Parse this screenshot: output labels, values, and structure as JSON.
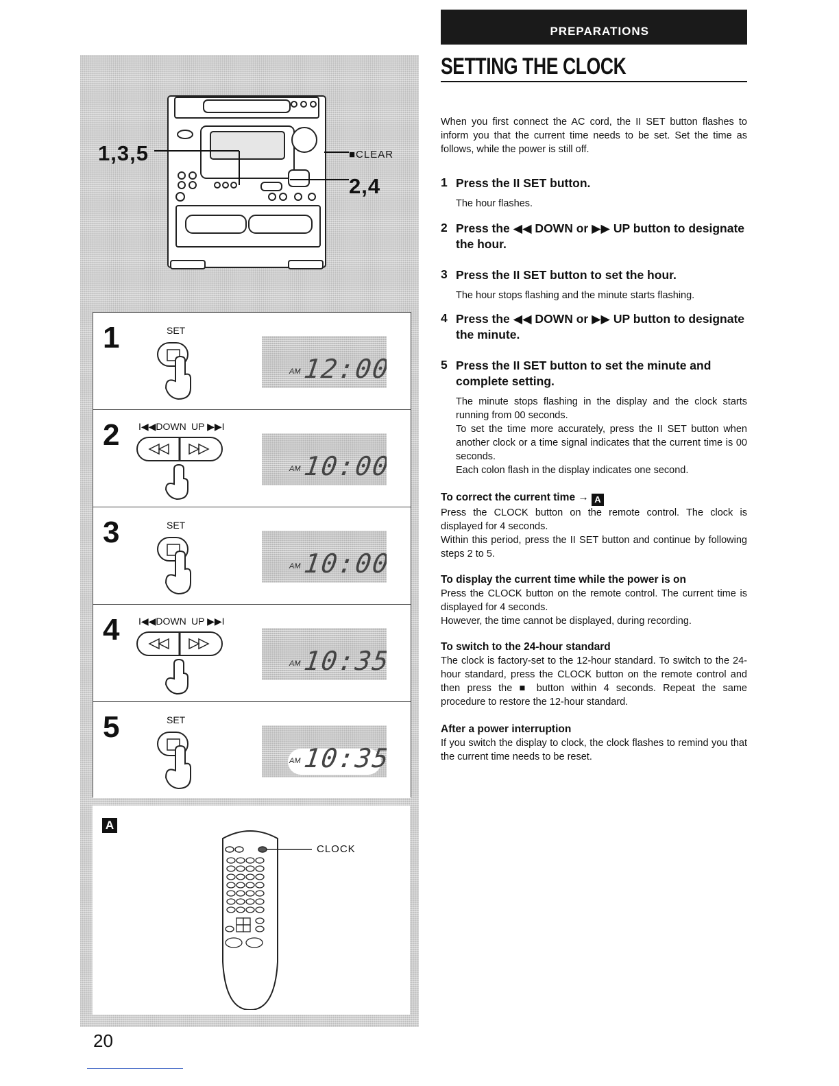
{
  "section_header": "PREPARATIONS",
  "title": "SETTING THE CLOCK",
  "intro": "When you first connect the AC cord, the II SET button flashes to inform you that the current time needs to be set. Set the time as follows, while the power is still off.",
  "steps": [
    {
      "num": "1",
      "heading": "Press the II SET button.",
      "desc": "The hour flashes."
    },
    {
      "num": "2",
      "heading": "Press the ◀◀ DOWN or ▶▶ UP button to designate the hour.",
      "desc": ""
    },
    {
      "num": "3",
      "heading": "Press the II SET button to set the hour.",
      "desc": "The hour stops flashing and the minute starts flashing."
    },
    {
      "num": "4",
      "heading": "Press the ◀◀ DOWN or ▶▶ UP button to designate the minute.",
      "desc": ""
    },
    {
      "num": "5",
      "heading": "Press the II SET button to set the minute and complete setting.",
      "desc": "The minute stops flashing in the display and the clock starts running from 00 seconds.\nTo set the time more accurately, press the II SET button when another clock or a time signal indicates that the current time is 00 seconds.\nEach colon flash in the display indicates one second."
    }
  ],
  "notes": [
    {
      "heading": "To correct the current time →",
      "ref": "A",
      "body": "Press the CLOCK button on the remote control. The clock is displayed for 4 seconds.\nWithin this period, press the II SET button and continue by following steps 2 to 5."
    },
    {
      "heading": "To display the current time while the power is on",
      "body": "Press the CLOCK button on the remote control. The current time is displayed for 4 seconds.\nHowever, the time cannot be displayed, during recording."
    },
    {
      "heading": "To switch to the 24-hour standard",
      "body": "The clock is factory-set to the 12-hour standard. To switch to the 24-hour standard, press the CLOCK button on the remote control and then press the ■ button within 4 seconds. Repeat the same procedure to restore the 12-hour standard."
    },
    {
      "heading": "After a power interruption",
      "body": "If you switch the display to clock, the clock flashes to remind you that the current time needs to be reset."
    }
  ],
  "illustration": {
    "callout_left": "1,3,5",
    "callout_clear": "■CLEAR",
    "callout_right": "2,4",
    "set_label": "SET",
    "down_label": "I◀◀DOWN",
    "up_label": "UP ▶▶I",
    "am_label": "AM",
    "displays": [
      "12:00",
      "10:00",
      "10:00",
      "10:35",
      "10:35"
    ],
    "box_a_marker": "A",
    "clock_label": "CLOCK"
  },
  "page_number": "20"
}
